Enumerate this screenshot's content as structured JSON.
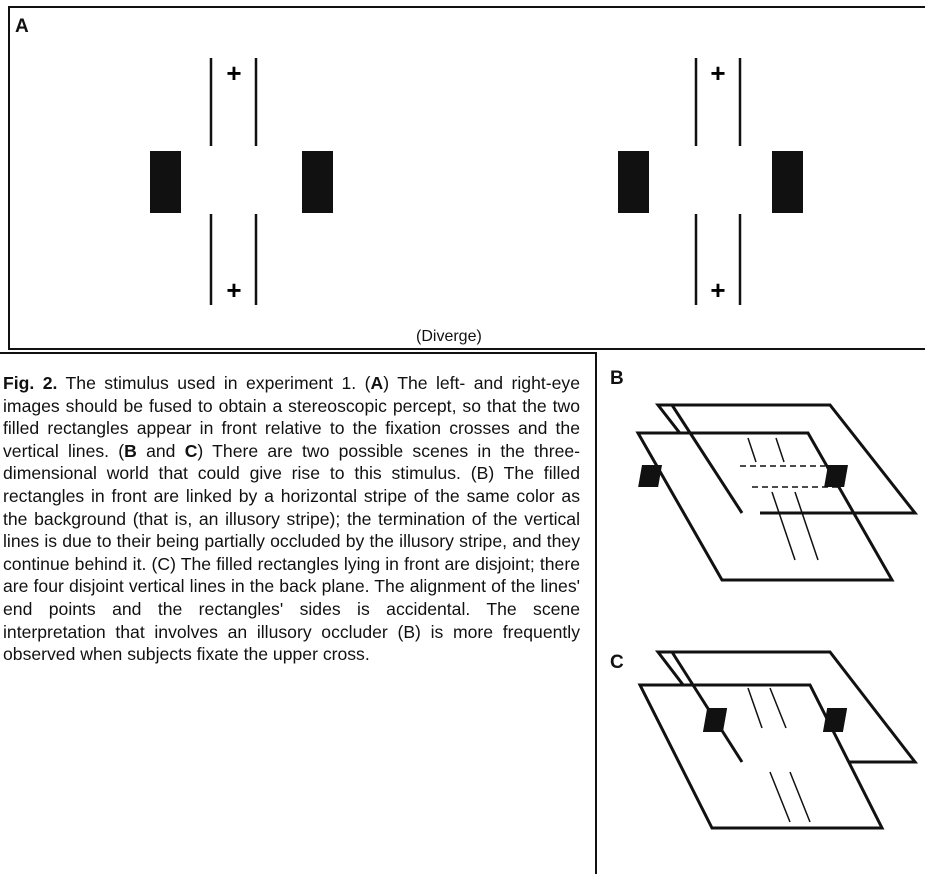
{
  "panel_a": {
    "label": "A",
    "footer": "(Diverge)",
    "cross_symbol": "+"
  },
  "panel_b": {
    "label": "B"
  },
  "panel_c": {
    "label": "C"
  },
  "caption": {
    "fig_label": "Fig. 2.",
    "part1": " The stimulus used in experiment 1. (",
    "ref_a": "A",
    "part2": ") The left- and right-eye images should be fused to obtain a stereoscopic percept, so that the two filled rectangles appear in front relative to the fixation crosses and the vertical lines. (",
    "ref_b": "B",
    "part3": " and ",
    "ref_c": "C",
    "part4": ") There are two possible scenes in the three-dimensional world that could give rise to this stimulus. (B) The filled rectangles in front are linked by a horizontal stripe of the same color as the background (that is, an illusory stripe); the termination of the vertical lines is due to their being partially occluded by the illusory stripe, and they continue behind it. (C) The filled rectangles lying in front are disjoint; there are four disjoint vertical lines in the back plane. The alignment of the lines' end points and the rectangles' sides is accidental. The scene interpretation that involves an illusory occluder (B) is more frequently observed when subjects fixate the upper cross."
  }
}
